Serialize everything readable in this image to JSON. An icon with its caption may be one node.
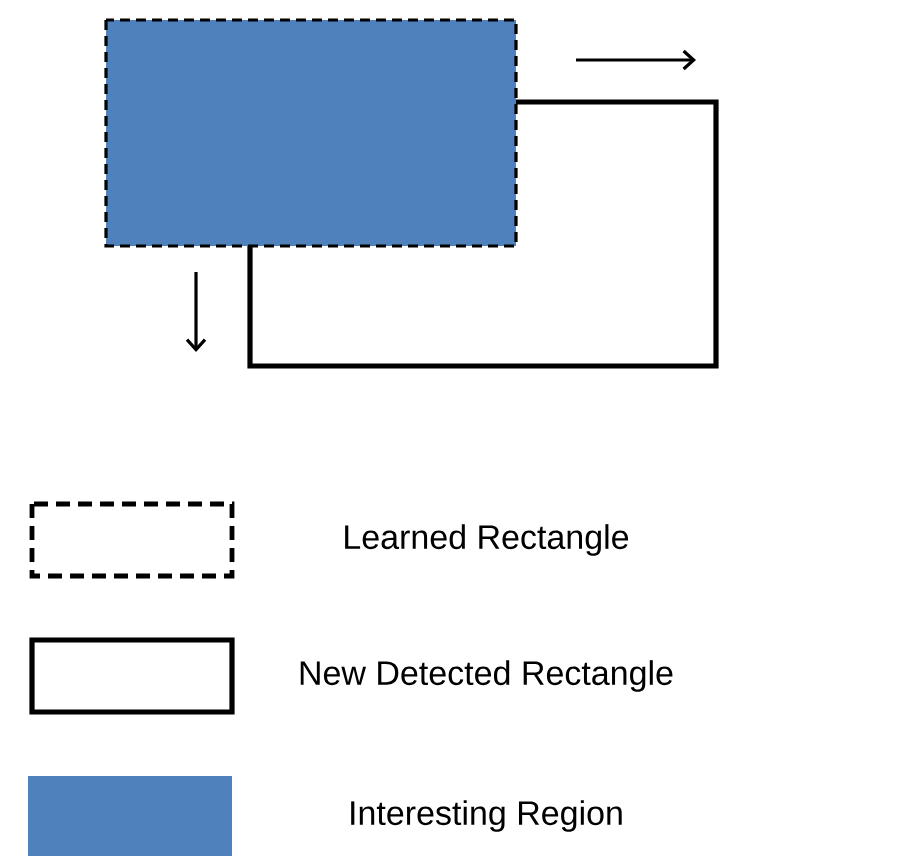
{
  "diagram": {
    "legend": [
      {
        "text": "Learned Rectangle"
      },
      {
        "text": "New Detected Rectangle"
      },
      {
        "text": "Interesting Region",
        "color": "#4f81bd"
      }
    ]
  }
}
